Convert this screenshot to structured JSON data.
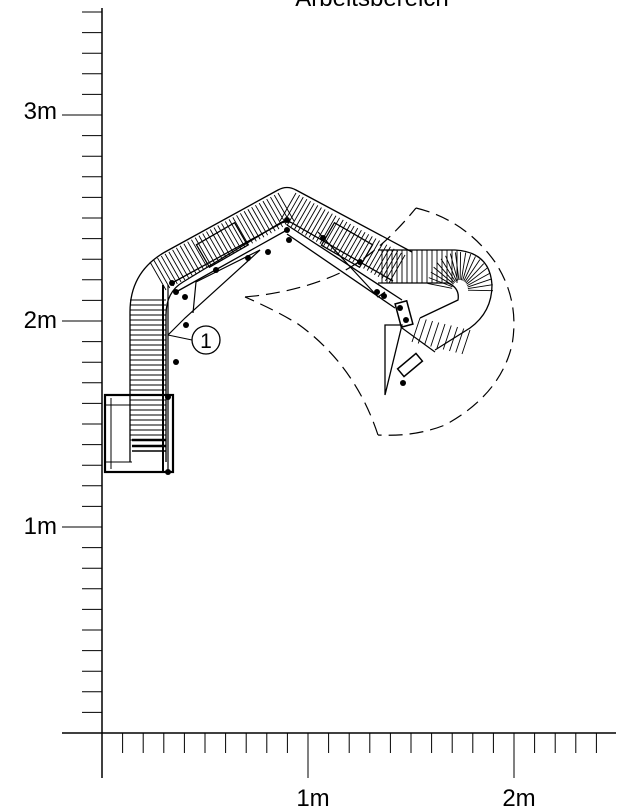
{
  "title": "Arbeitsbereich",
  "axes": {
    "y_labels": [
      "3m",
      "2m",
      "1m"
    ],
    "x_labels": [
      "1m",
      "2m"
    ]
  },
  "callout": "1"
}
